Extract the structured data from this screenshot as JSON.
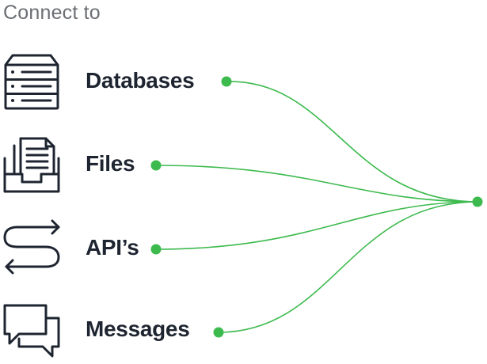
{
  "heading": "Connect to",
  "items": [
    {
      "label": "Databases",
      "icon": "database-server-icon"
    },
    {
      "label": "Files",
      "icon": "document-tray-icon"
    },
    {
      "label": "API’s",
      "icon": "api-arrows-icon"
    },
    {
      "label": "Messages",
      "icon": "chat-bubbles-icon"
    }
  ],
  "colors": {
    "wire": "#3dba4e",
    "text": "#1e2530",
    "heading": "#6b6e73",
    "icon_stroke": "#1e2530"
  }
}
